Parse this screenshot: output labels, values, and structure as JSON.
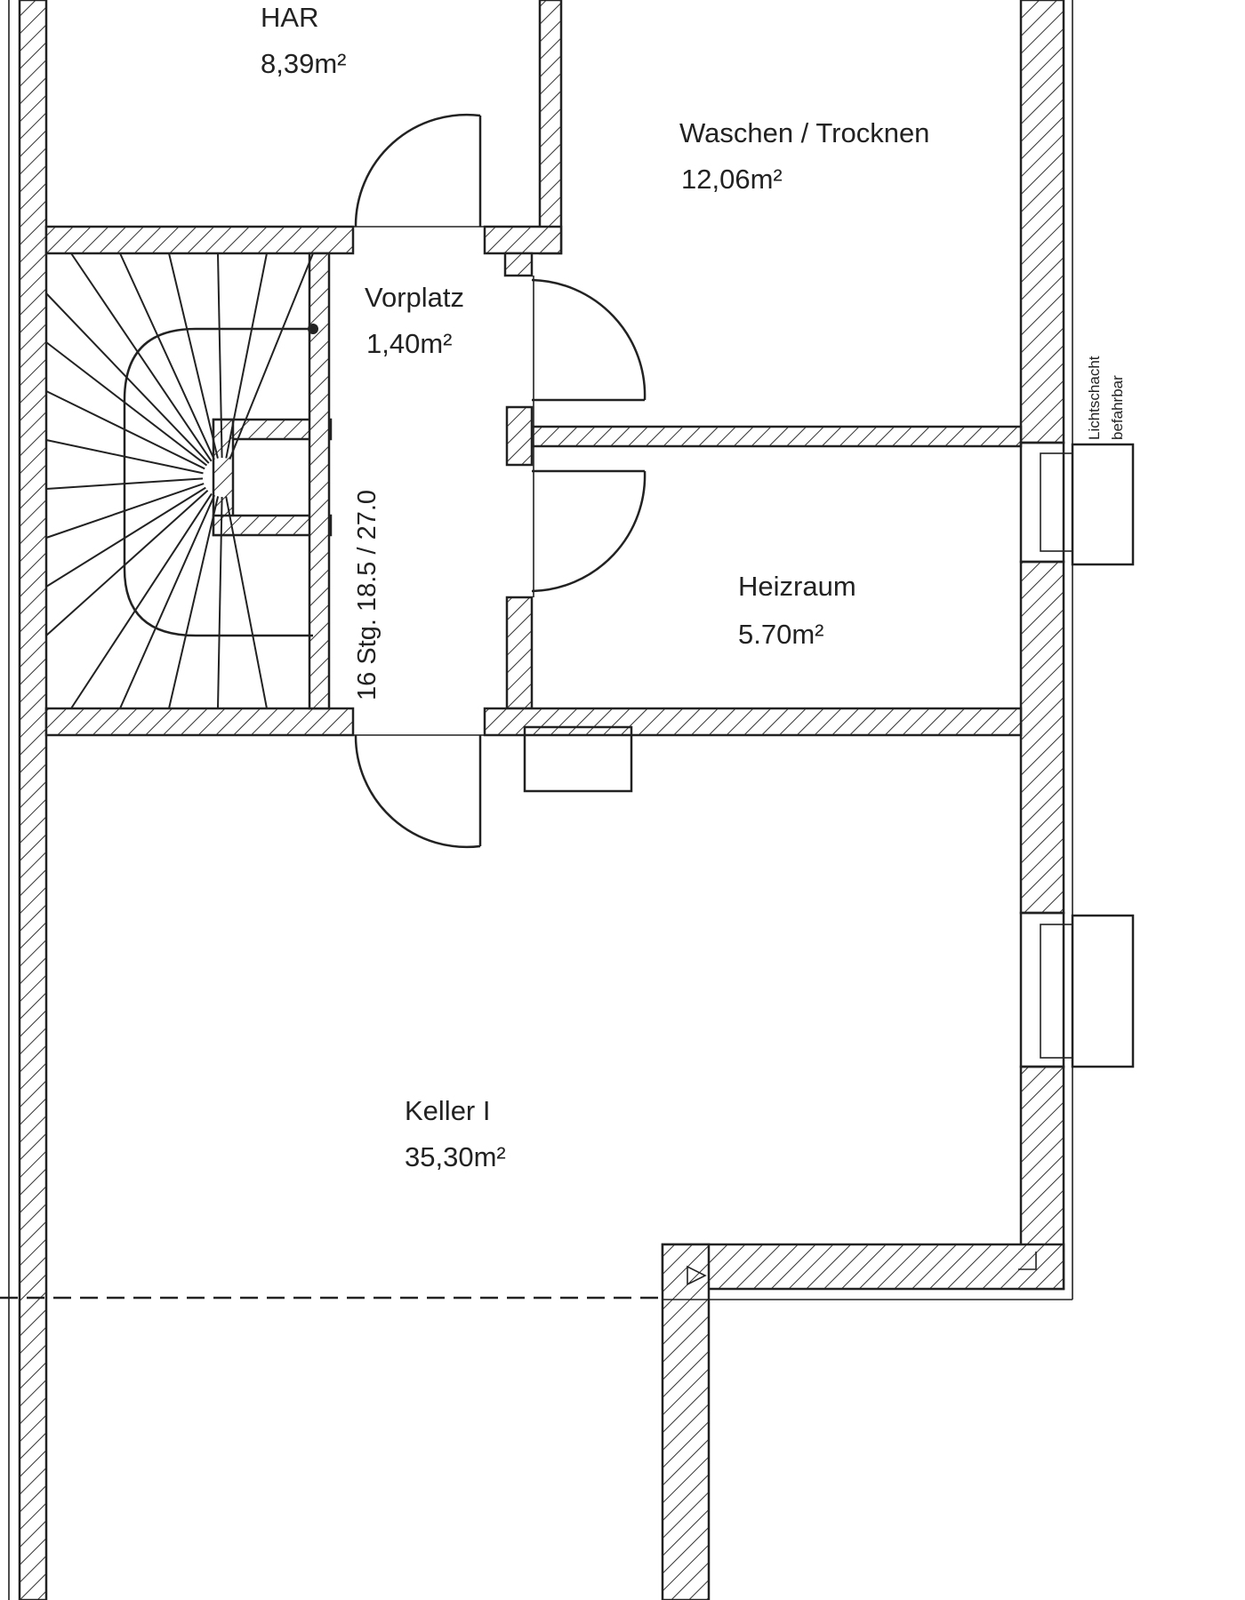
{
  "rooms": {
    "har": {
      "name": "HAR",
      "area": "8,39m²"
    },
    "waschen": {
      "name": "Waschen / Trocknen",
      "area": "12,06m²"
    },
    "vorplatz": {
      "name": "Vorplatz",
      "area": "1,40m²"
    },
    "heizraum": {
      "name": "Heizraum",
      "area": "5.70m²"
    },
    "keller": {
      "name": "Keller I",
      "area": "35,30m²"
    }
  },
  "stair": {
    "label": "16 Stg. 18.5 / 27.0"
  },
  "lightwell": {
    "line1": "Lichtschacht",
    "line2": "befahrbar"
  },
  "colors": {
    "line": "#222222",
    "background": "#ffffff"
  }
}
